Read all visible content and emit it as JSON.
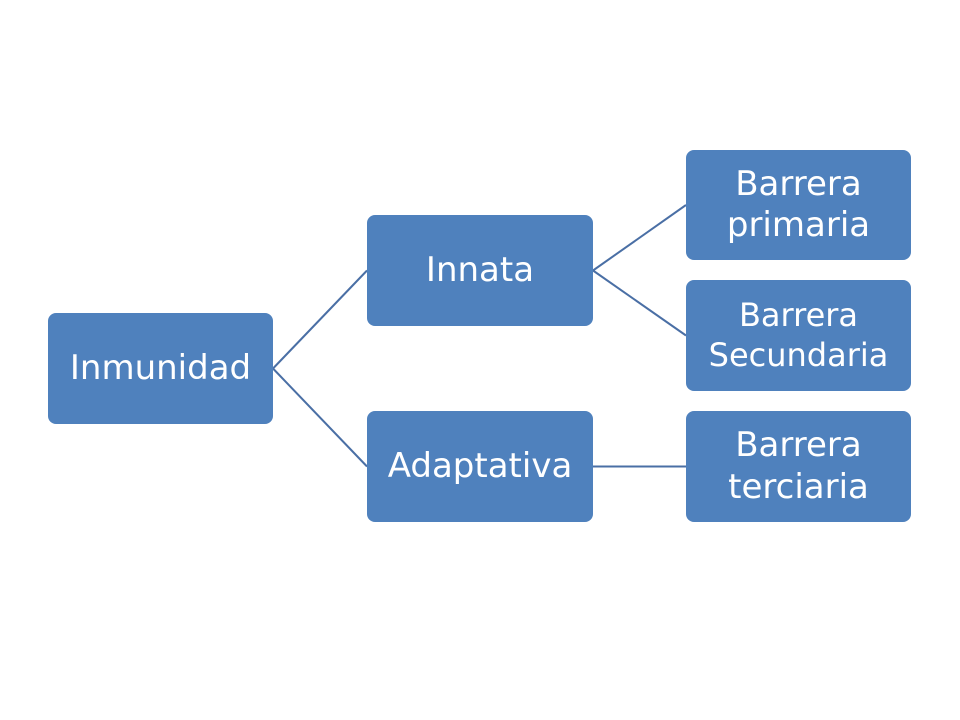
{
  "diagram": {
    "root": {
      "label": "Inmunidad"
    },
    "branches": [
      {
        "label": "Innata",
        "children": [
          {
            "line1": "Barrera",
            "line2": "primaria"
          },
          {
            "line1": "Barrera",
            "line2": "Secundaria"
          }
        ]
      },
      {
        "label": "Adaptativa",
        "children": [
          {
            "line1": "Barrera",
            "line2": "terciaria"
          }
        ]
      }
    ]
  },
  "colors": {
    "node_fill": "#4f81bd",
    "connector": "#4a6fa5",
    "text": "#ffffff"
  }
}
